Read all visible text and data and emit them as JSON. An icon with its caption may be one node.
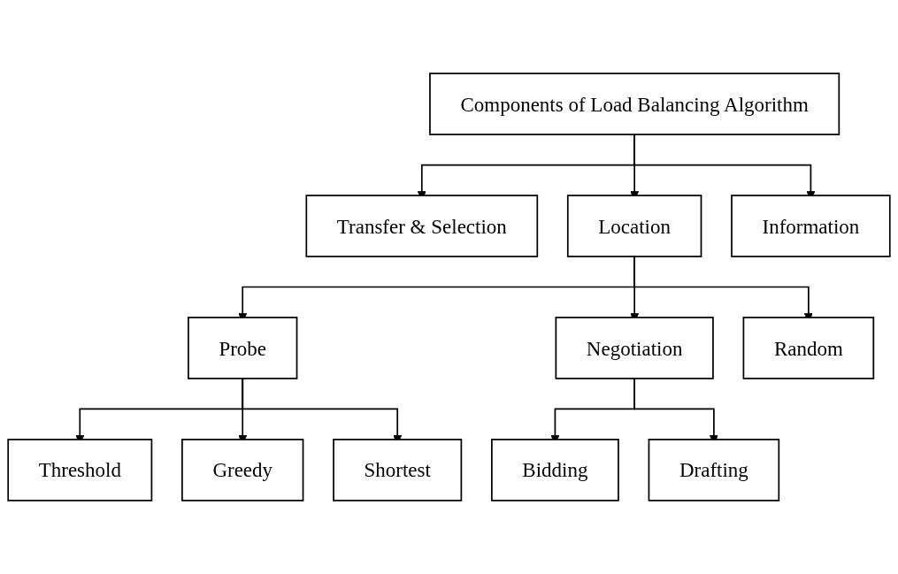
{
  "diagram": {
    "nodes": [
      {
        "text": [
          "Components of Load Balancing Algorithm"
        ]
      },
      {
        "text": [
          "Transfer & Selection"
        ]
      },
      {
        "text": [
          "Location"
        ]
      },
      {
        "text": [
          "Information"
        ]
      },
      {
        "text": [
          "Probe"
        ]
      },
      {
        "text": [
          "Negotiation"
        ]
      },
      {
        "text": [
          "Random"
        ]
      },
      {
        "text": [
          "Threshold"
        ]
      },
      {
        "text": [
          "Greedy"
        ]
      },
      {
        "text": [
          "Shortest"
        ]
      },
      {
        "text": [
          "Bidding"
        ]
      },
      {
        "text": [
          "Drafting"
        ]
      }
    ],
    "edges": [
      {
        "from": 0,
        "to": 1,
        "arrow": "to"
      },
      {
        "from": 0,
        "to": 2,
        "arrow": "to"
      },
      {
        "from": 0,
        "to": 3,
        "arrow": "to"
      },
      {
        "from": 2,
        "to": 4,
        "arrow": "to"
      },
      {
        "from": 2,
        "to": 5,
        "arrow": "to"
      },
      {
        "from": 2,
        "to": 6,
        "arrow": "to"
      },
      {
        "from": 4,
        "to": 7,
        "arrow": "to"
      },
      {
        "from": 4,
        "to": 8,
        "arrow": "to"
      },
      {
        "from": 4,
        "to": 9,
        "arrow": "to"
      },
      {
        "from": 5,
        "to": 10,
        "arrow": "to"
      },
      {
        "from": 5,
        "to": 11,
        "arrow": "to"
      }
    ]
  }
}
